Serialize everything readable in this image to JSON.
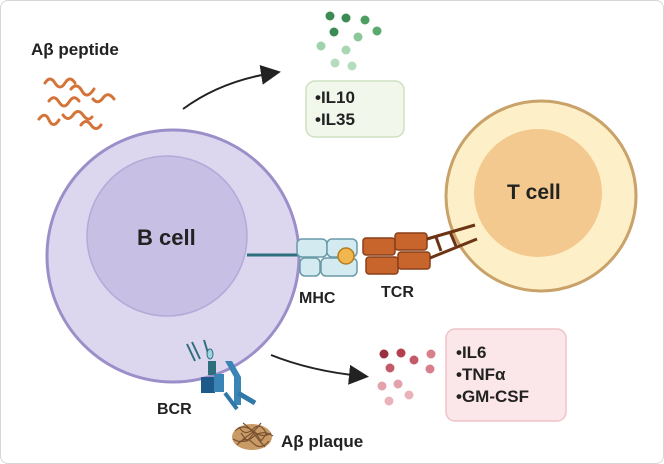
{
  "labels": {
    "peptide": "Aβ peptide",
    "b_cell": "B cell",
    "t_cell": "T cell",
    "mhc": "MHC",
    "tcr": "TCR",
    "bcr": "BCR",
    "plaque": "Aβ plaque"
  },
  "anti_inflammatory": [
    "•IL10",
    "•IL35"
  ],
  "pro_inflammatory": [
    "•IL6",
    "•TNFα",
    "•GM-CSF"
  ],
  "colors": {
    "b_cell_outer": "#dcd7ef",
    "b_cell_inner": "#c7c0e4",
    "b_cell_border": "#9c8fc9",
    "t_cell_outer": "#fdf0c8",
    "t_cell_inner": "#f4c98f",
    "t_cell_border": "#c9a26a",
    "peptide": "#d4743a",
    "anti_box": "#f2f7ec",
    "pro_box": "#fbe7e9"
  }
}
